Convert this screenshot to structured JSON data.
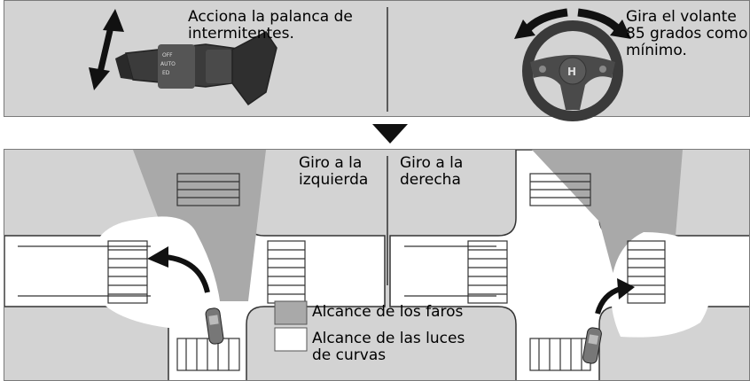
{
  "top": {
    "lever_caption": "Acciona la palanca de\nintermitentes.",
    "wheel_caption": "Gira el volante\n85 grados como\nmínimo."
  },
  "bottom": {
    "left_turn_label": "Giro a la\nizquierda",
    "right_turn_label": "Giro a la\nderecha",
    "legend": [
      {
        "label": "Alcance de los faros",
        "color": "#a9a9a9"
      },
      {
        "label": "Alcance de las luces\nde curvas",
        "color": "#ffffff"
      }
    ]
  },
  "colors": {
    "panel": "#d3d3d3",
    "headlight": "#a9a9a9",
    "cornering": "#ffffff",
    "road": "#ffffff",
    "line": "#333333",
    "arrow": "#111111"
  }
}
